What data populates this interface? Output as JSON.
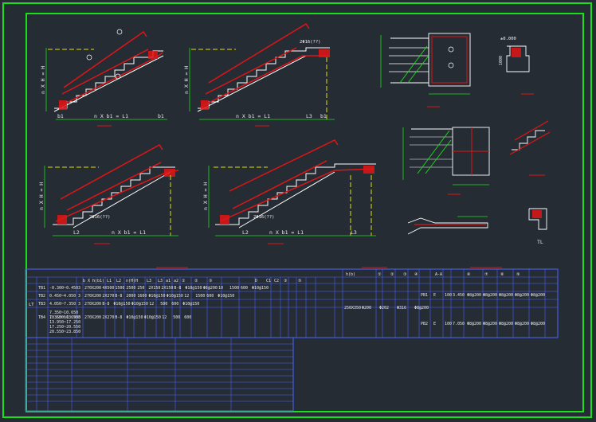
{
  "drawing": {
    "colors": {
      "background": "#262c34",
      "border": "#19e019",
      "rebar": "#e01515",
      "outline": "#ffffff",
      "dim": "#19e019",
      "axis": "#e0e000",
      "table": "#4a64ff"
    },
    "stair_1": {
      "height_label": "n X H = H",
      "span_label": "n X b1 = L1",
      "left_label": "b1",
      "right_label": "b1"
    },
    "stair_2": {
      "height_label": "n X H = H",
      "span_label": "n X b1 = L1",
      "mid_label": "L3",
      "right_label": "b1",
      "bar_label": "2Φ16(??)"
    },
    "stair_3": {
      "height_label": "n X H = H",
      "span_label": "n X b1 = L1",
      "left_label": "L2",
      "bar_label": "2Φ16(??)"
    },
    "stair_4": {
      "height_label": "n X H = H",
      "span_label": "n X b1 = L1",
      "left_label": "L2",
      "mid_label": "L3",
      "bar_label": "2Φ16(??)"
    },
    "detail_top_right": {
      "elev": "±0.000",
      "dim": "1000"
    },
    "detail_tl": {
      "label": "TL"
    }
  },
  "table": {
    "group": "LT",
    "headers": [
      "b X h",
      "n(b1)",
      "L1",
      "L2",
      "n(H)",
      "H",
      "L3",
      "L3",
      "a1",
      "a2",
      "①",
      "②",
      "③",
      "D",
      "C1",
      "C2",
      "③",
      "⑤"
    ],
    "rows": [
      {
        "id": "TB1",
        "elev": "-0.300~0.450",
        "n": "3",
        "vals": [
          "270X200",
          "4X500",
          "1500",
          "2500",
          "250",
          "2X150",
          "2X150",
          "B-8",
          "Φ10@150",
          "Φ8@200",
          "10",
          "1500",
          "600",
          "Φ10@150"
        ]
      },
      {
        "id": "TB2",
        "elev": "0.450~4.050",
        "n": "3",
        "vals": [
          "270X200",
          "2X270",
          "B-8",
          "2000",
          "1600",
          "Φ10@150",
          "Φ10@150",
          "12",
          "1500",
          "600",
          "Φ10@150"
        ]
      },
      {
        "id": "TB3",
        "elev": "4.050~7.350",
        "n": "3",
        "vals": [
          "270X200",
          "B-8",
          "Φ10@150",
          "Φ10@150",
          "12",
          "500",
          "600",
          "Φ10@150"
        ]
      },
      {
        "id": "TB4",
        "elev": "7.350~10.650",
        "n": "3",
        "vals": [
          "270X200",
          "2X270",
          "B-8",
          "Φ10@150",
          "Φ10@150",
          "12",
          "500",
          "600"
        ]
      }
    ],
    "tb4_elev_lines": [
      "7.350~10.650",
      "10.650~13.950",
      "13.950~17.250",
      "17.250~20.550",
      "20.550~23.850"
    ],
    "right": {
      "headers": [
        "h(b)",
        "①",
        "②",
        "③",
        "④",
        "A-A",
        "⑥",
        "⑦",
        "⑧",
        "⑨"
      ],
      "rows": [
        {
          "id": "PB1",
          "c1": "E",
          "c2": "100",
          "elev": "3.450",
          "cols": [
            "Φ8@200",
            "Φ8@200",
            "Φ8@200",
            "Φ8@200",
            "Φ8@200"
          ]
        },
        {
          "id": "PB2",
          "c1": "E",
          "c2": "100",
          "elev": "7.050",
          "cols": [
            "Φ8@200",
            "Φ8@200",
            "Φ8@200",
            "Φ8@200",
            "Φ8@200"
          ]
        }
      ],
      "mid_cols": [
        "250X350",
        "Φ200",
        "Φ202",
        "Φ316",
        "Φ8@200"
      ]
    }
  }
}
